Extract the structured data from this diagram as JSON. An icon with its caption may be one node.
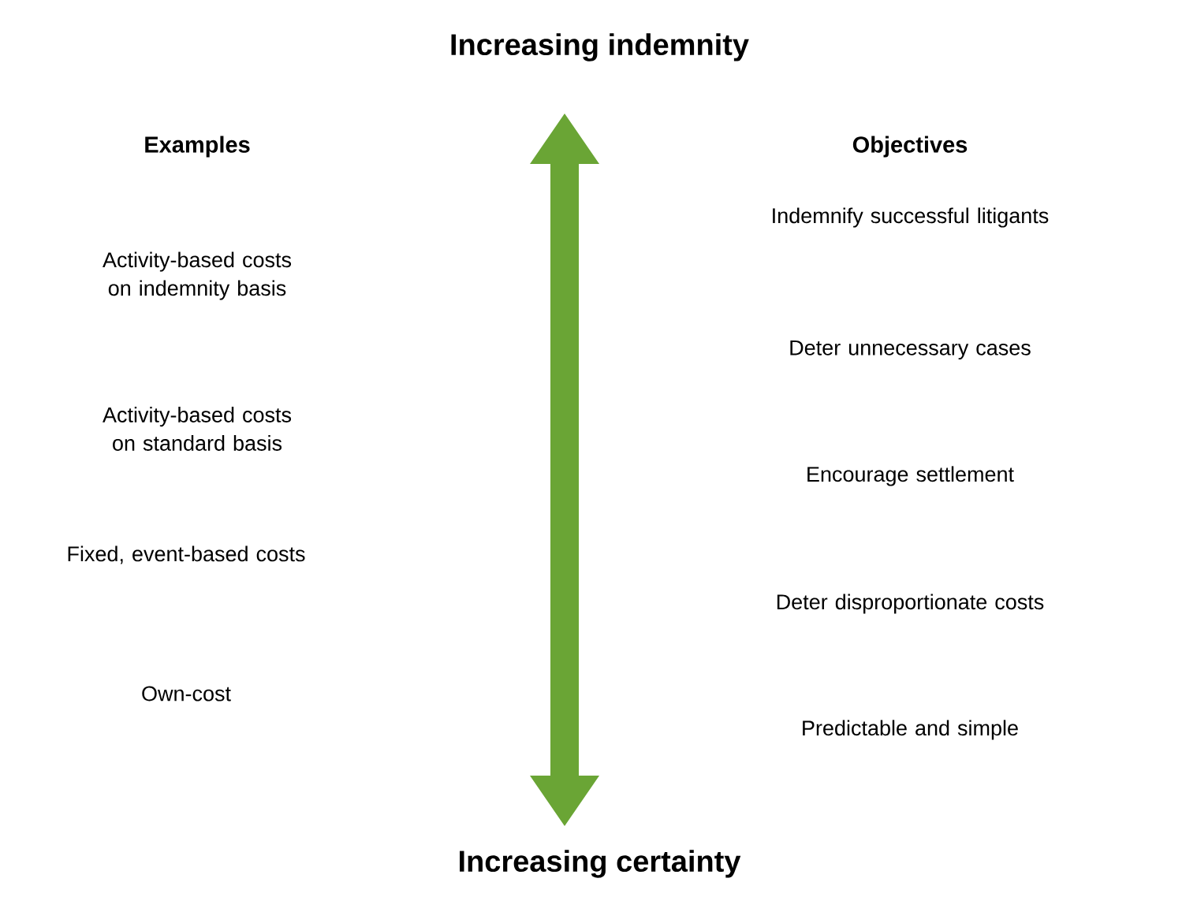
{
  "diagram": {
    "labels": [
      "Increasing indemnity",
      "Examples",
      "Objectives",
      "Indemnify successful litigants",
      "Activity-based costs on indemnity basis",
      "Deter unnecessary cases",
      "Activity-based costs on standard basis",
      "Encourage settlement",
      "Fixed, event-based costs",
      "Deter disproportionate costs",
      "Own-cost",
      "Predictable and simple",
      "Increasing certainty"
    ]
  }
}
